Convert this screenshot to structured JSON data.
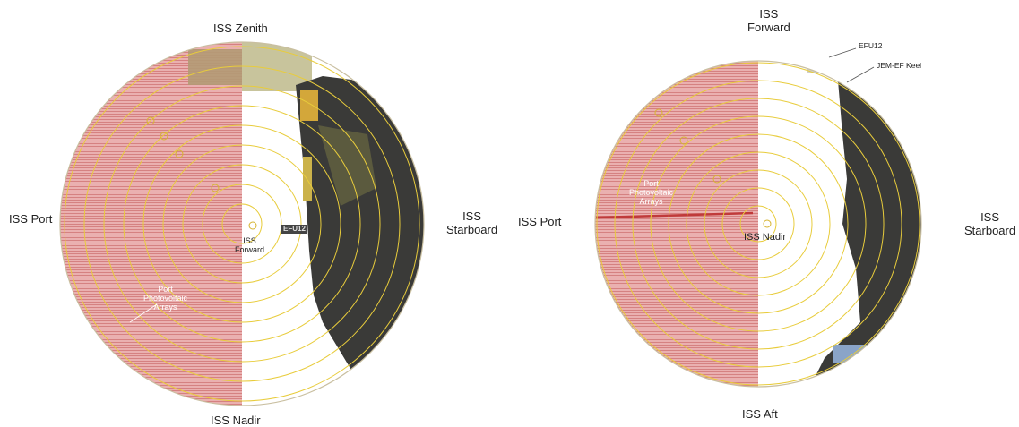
{
  "left_view": {
    "top_label": "ISS Zenith",
    "bottom_label": "ISS Nadir",
    "left_label": "ISS Port",
    "right_label_line1": "ISS",
    "right_label_line2": "Starboard",
    "center_label_line1": "ISS",
    "center_label_line2": "Forward",
    "pv_line1": "Port",
    "pv_line2": "Photovoltaic",
    "pv_line3": "Arrays",
    "tag": "EFU12"
  },
  "right_view": {
    "top_label_line1": "ISS",
    "top_label_line2": "Forward",
    "bottom_label": "ISS Aft",
    "left_label": "ISS Port",
    "right_label_line1": "ISS",
    "right_label_line2": "Starboard",
    "center_label": "ISS Nadir",
    "pv_line1": "Port",
    "pv_line2": "Photovoltaic",
    "pv_line3": "Arrays",
    "callout1": "EFU12",
    "callout2": "JEM-EF Keel"
  },
  "colors": {
    "solar_array": "#e8a3a3",
    "structure_dark": "#3a3a38",
    "grid_ring": "#e8cc3c",
    "background": "#ffffff"
  }
}
